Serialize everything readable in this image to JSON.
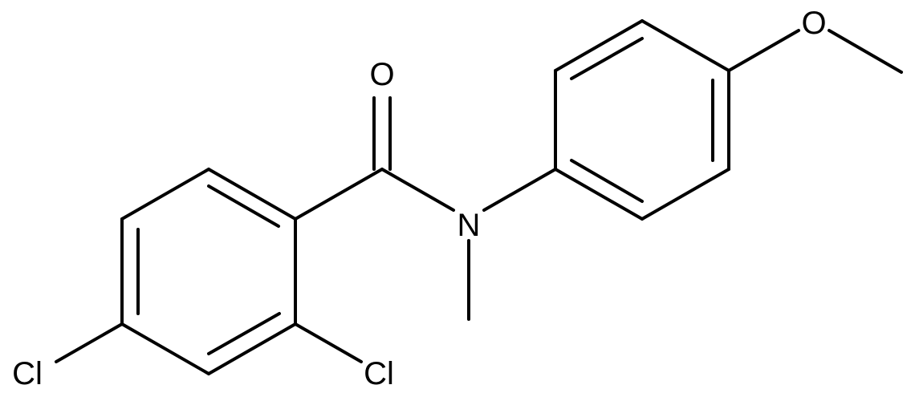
{
  "molecule": {
    "atom_labels": {
      "oxygen_carbonyl": "O",
      "nitrogen": "N",
      "oxygen_methoxy": "O",
      "chlorine_2": "Cl",
      "chlorine_4": "Cl"
    }
  }
}
